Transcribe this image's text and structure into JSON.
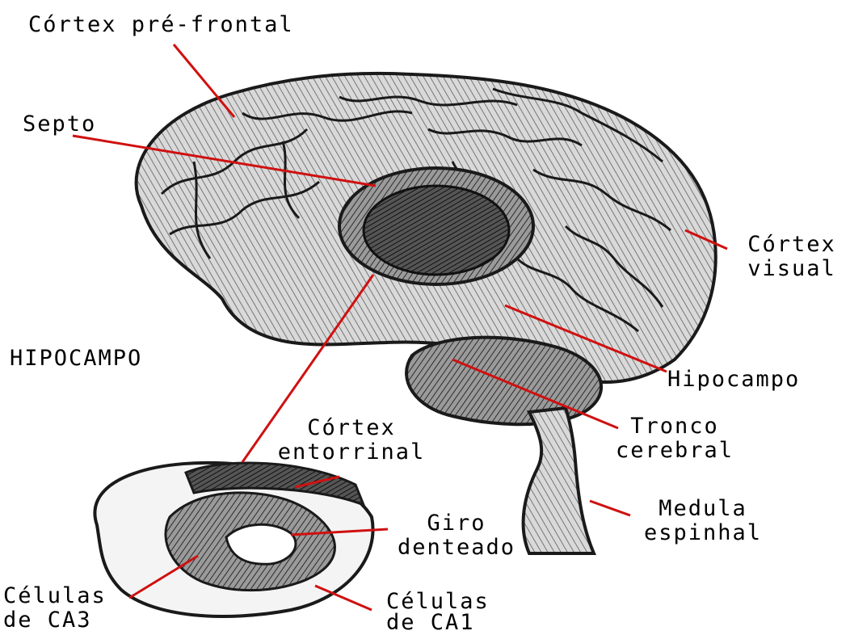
{
  "labels": {
    "cortex_prefrontal": "Córtex pré-frontal",
    "septo": "Septo",
    "cortex_visual_1": "Córtex",
    "cortex_visual_2": "visual",
    "hipocampo_title": "HIPOCAMPO",
    "hipocampo": "Hipocampo",
    "tronco_1": "Tronco",
    "tronco_2": "cerebral",
    "entorrinal_1": "Córtex",
    "entorrinal_2": "entorrinal",
    "medula_1": "Medula",
    "medula_2": "espinhal",
    "giro_1": "Giro",
    "giro_2": "denteado",
    "ca3_1": "Células",
    "ca3_2": "de CA3",
    "ca1_1": "Células",
    "ca1_2": "de CA1"
  },
  "colors": {
    "leader_line": "#d01010",
    "ink": "#1a1a1a",
    "brain_fill": "#bdbdbd",
    "background": "#ffffff"
  }
}
